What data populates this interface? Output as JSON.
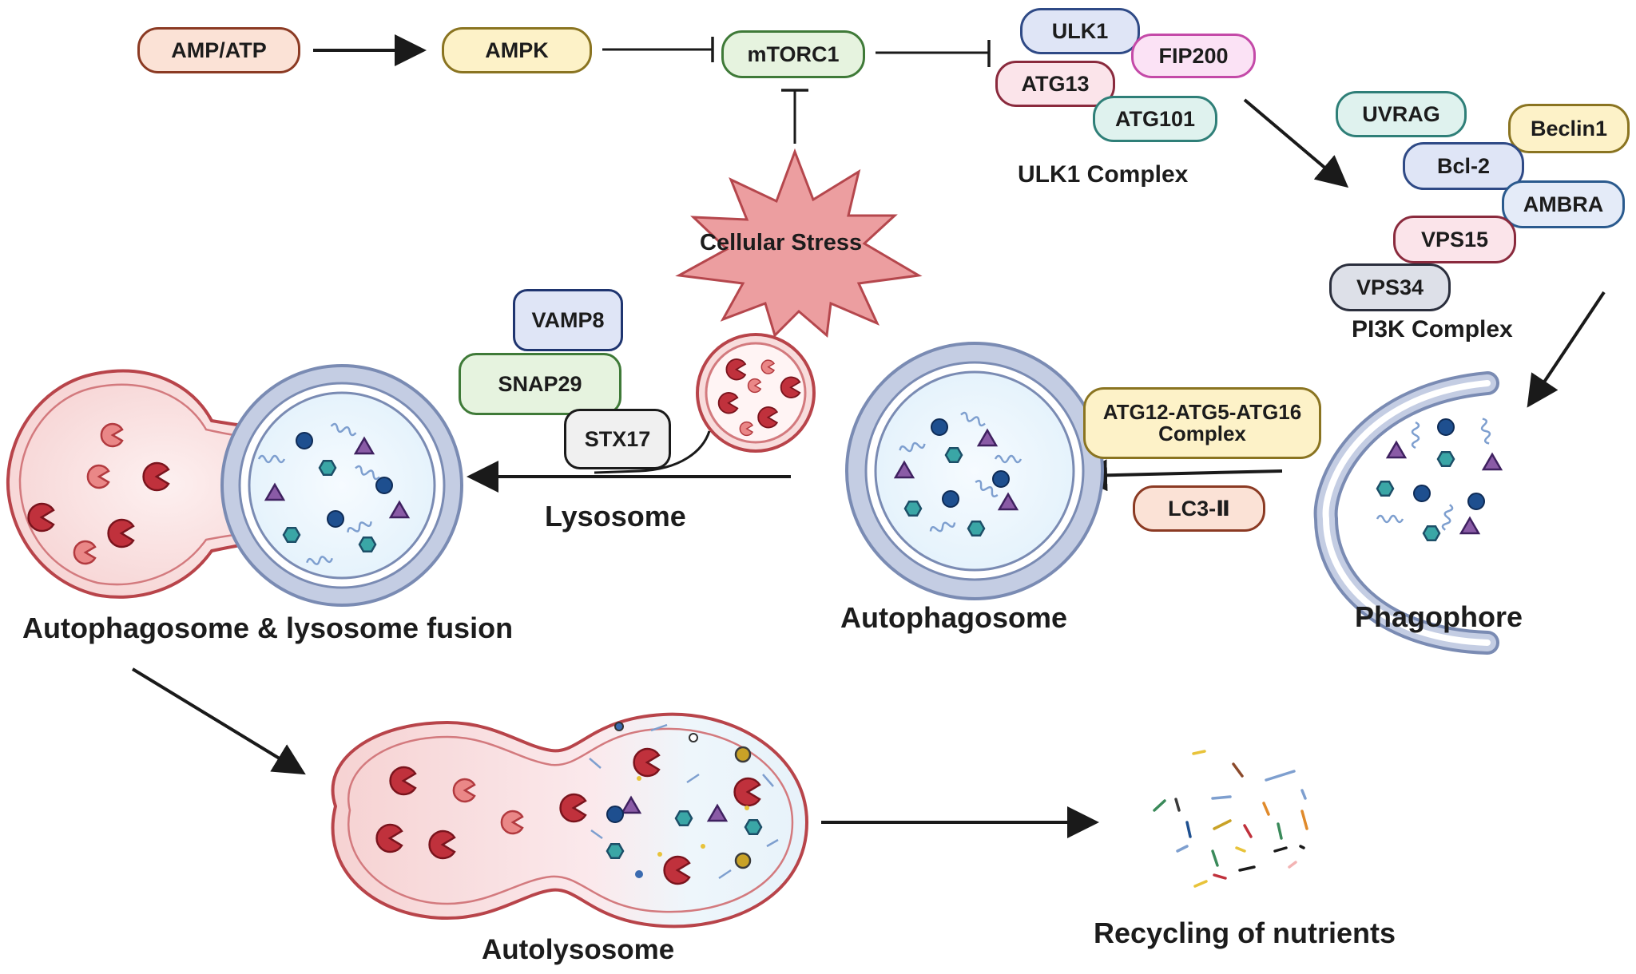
{
  "pathway": {
    "amp_atp": "AMP/ATP",
    "ampk": "AMPK",
    "mtorc1": "mTORC1",
    "stress": "Cellular Stress"
  },
  "ulk1_complex": {
    "title": "ULK1 Complex",
    "members": {
      "ulk1": "ULK1",
      "fip200": "FIP200",
      "atg13": "ATG13",
      "atg101": "ATG101"
    }
  },
  "pi3k_complex": {
    "title": "PI3K Complex",
    "members": {
      "uvrag": "UVRAG",
      "beclin1": "Beclin1",
      "bcl2": "Bcl-2",
      "ambra": "AMBRA",
      "vps15": "VPS15",
      "vps34": "VPS34"
    }
  },
  "conjugation": {
    "complex_line1": "ATG12-ATG5-ATG16",
    "complex_line2": "Complex",
    "lc3": "LC3-Ⅱ"
  },
  "snare": {
    "vamp8": "VAMP8",
    "snap29": "SNAP29",
    "stx17": "STX17"
  },
  "stages": {
    "phagophore": "Phagophore",
    "autophagosome": "Autophagosome",
    "lysosome": "Lysosome",
    "fusion": "Autophagosome & lysosome fusion",
    "autolysosome": "Autolysosome",
    "recycling": "Recycling of nutrients"
  }
}
